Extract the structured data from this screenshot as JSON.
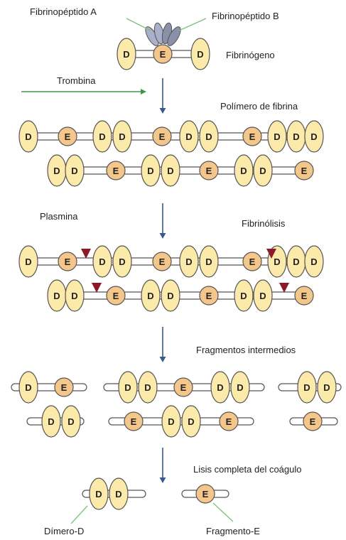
{
  "labels": {
    "fibrinopeptide_a": "Fibrinopéptido A",
    "fibrinopeptide_b": "Fibrinopéptido B",
    "fibrinogen": "Fibrinógeno",
    "thrombin": "Trombina",
    "fibrin_polymer": "Polímero de fibrina",
    "plasmin": "Plasmina",
    "fibrinolysis": "Fibrinólisis",
    "intermediate_fragments": "Fragmentos intermedios",
    "complete_lysis": "Lisis completa del coágulo",
    "d_dimer": "Dímero-D",
    "e_fragment": "Fragmento-E"
  },
  "domains": {
    "d": "D",
    "e": "E"
  },
  "colors": {
    "d_fill": "#fbeaaa",
    "e_fill": "#f5c68a",
    "stroke": "#555555",
    "rod_fill": "#ffffff",
    "arrow": "#3a5a8c",
    "thrombin_arrow": "#3a9a4a",
    "leader": "#7cc27c",
    "plasmin": "#8b1a2b",
    "peptide_a": "#aab0c8",
    "peptide_b": "#8a90a8"
  }
}
